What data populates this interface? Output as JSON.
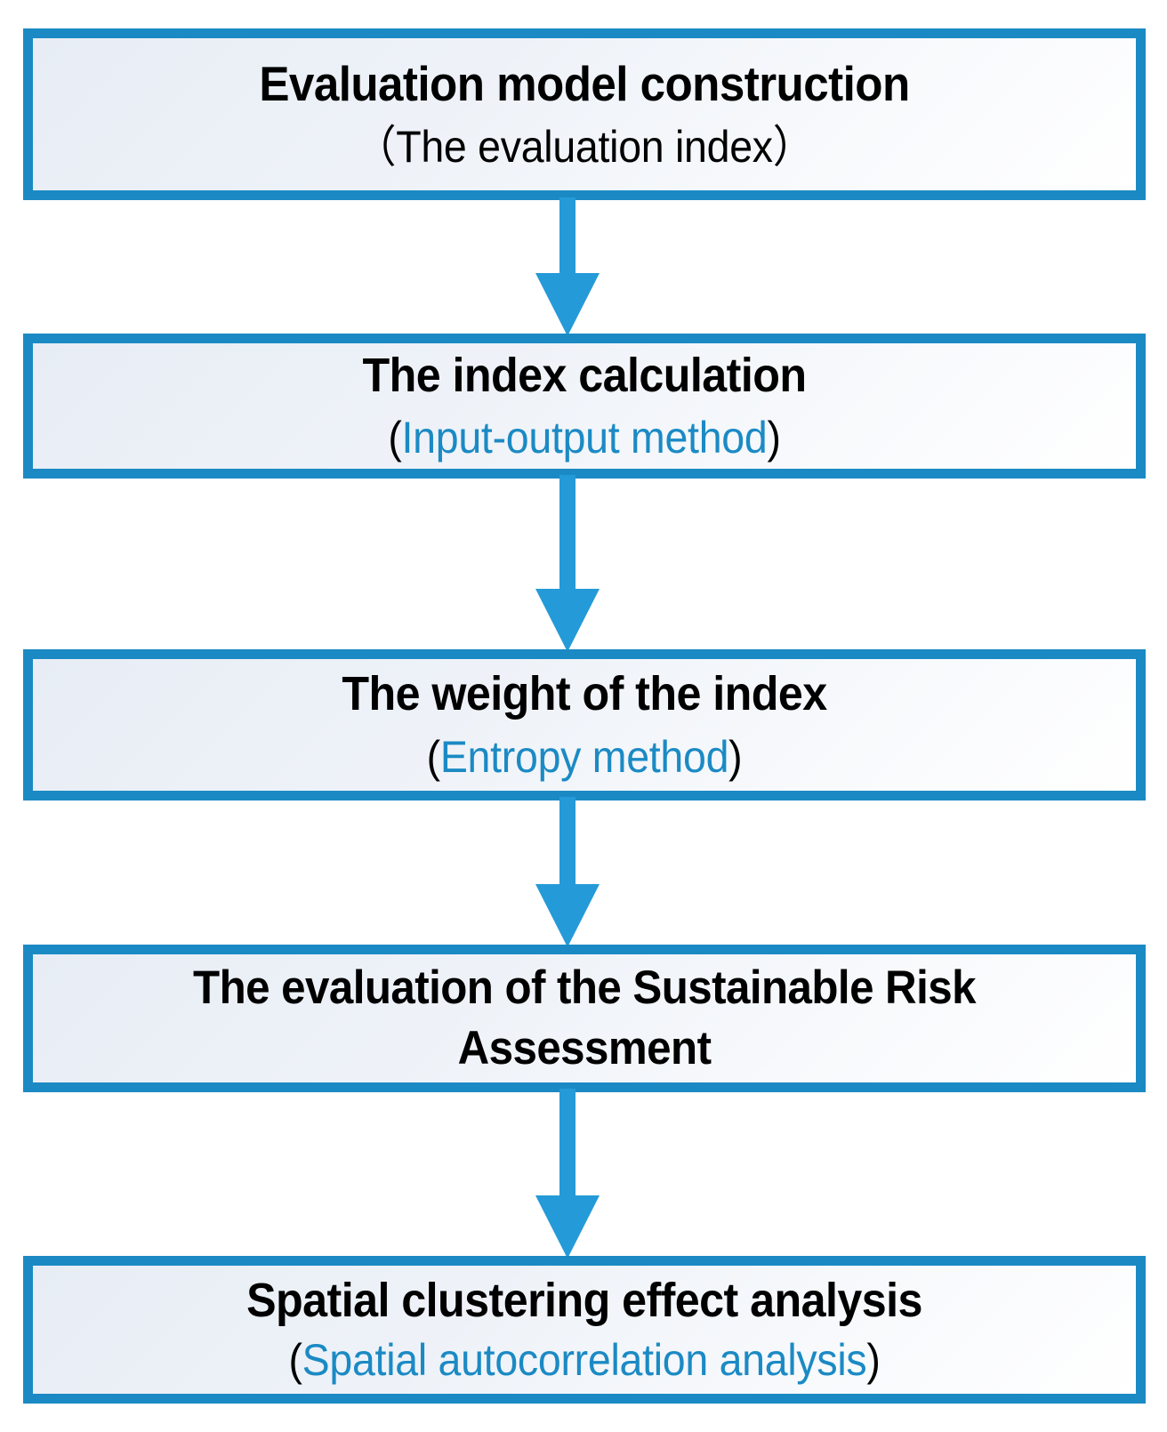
{
  "diagram": {
    "type": "flowchart",
    "orientation": "vertical-top-to-bottom",
    "colors": {
      "box_border": "#1b8ac4",
      "box_fill_start": "#e8edf5",
      "box_fill_end": "#ffffff",
      "arrow": "#259ad8",
      "text_primary": "#000000",
      "text_accent": "#1b8ac4"
    },
    "nodes": [
      {
        "id": "evaluation-model-construction",
        "title": "Evaluation model construction",
        "sub_open": "（",
        "sub_text": "The evaluation index",
        "sub_close": "）",
        "sub_text_color": "#000000"
      },
      {
        "id": "index-calculation",
        "title": "The index calculation",
        "sub_open": "(",
        "sub_text": "Input-output method",
        "sub_close": ")",
        "sub_text_color": "#1b8ac4"
      },
      {
        "id": "weight-of-the-index",
        "title": "The weight of the index",
        "sub_open": "(",
        "sub_text": "Entropy method",
        "sub_close": ")",
        "sub_text_color": "#1b8ac4"
      },
      {
        "id": "sustainable-risk-assessment",
        "title": "The evaluation of the Sustainable Risk",
        "title_line2": "Assessment",
        "sub_open": "",
        "sub_text": "",
        "sub_close": "",
        "sub_text_color": "#000000"
      },
      {
        "id": "spatial-clustering-effect-analysis",
        "title": "Spatial clustering effect analysis",
        "sub_open": "(",
        "sub_text": "Spatial autocorrelation analysis",
        "sub_close": ")",
        "sub_text_color": "#1b8ac4"
      }
    ],
    "connectors": [
      {
        "id": "arrow-1",
        "from": "evaluation-model-construction",
        "to": "index-calculation",
        "glyph": "down-arrow"
      },
      {
        "id": "arrow-2",
        "from": "index-calculation",
        "to": "weight-of-the-index",
        "glyph": "down-arrow"
      },
      {
        "id": "arrow-3",
        "from": "weight-of-the-index",
        "to": "sustainable-risk-assessment",
        "glyph": "down-arrow"
      },
      {
        "id": "arrow-4",
        "from": "sustainable-risk-assessment",
        "to": "spatial-clustering-effect-analysis",
        "glyph": "down-arrow"
      }
    ]
  }
}
